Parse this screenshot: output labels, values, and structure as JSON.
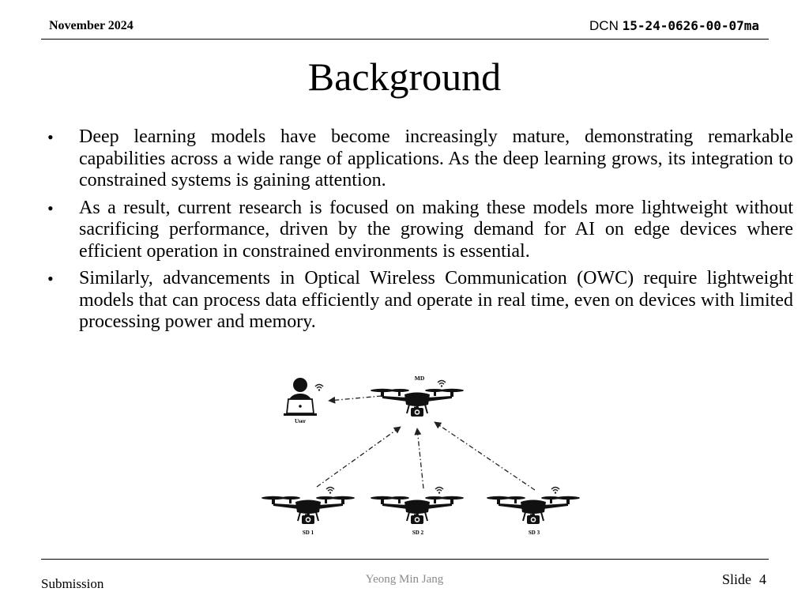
{
  "header": {
    "date": "November 2024",
    "dcn_prefix": "DCN",
    "dcn_number": "15-24-0626-00-07ma"
  },
  "title": "Background",
  "bullets": [
    "Deep learning models have become increasingly mature, demonstrating remarkable capabilities across a wide range of applications. As the deep learning grows, its integration to constrained systems is gaining attention.",
    "As a result, current research is focused on making these models more lightweight without sacrificing performance, driven by the growing demand for AI on edge devices where efficient operation in constrained environments is essential.",
    "Similarly, advancements in Optical Wireless Communication (OWC) require lightweight models that can process data efficiently and operate in real time, even on devices with limited processing power and memory."
  ],
  "figure": {
    "master_label": "MD",
    "user_label": "User",
    "slave_labels": [
      "SD 1",
      "SD 2",
      "SD 3"
    ],
    "icons": [
      "user-laptop-icon",
      "drone-icon",
      "camera-icon",
      "wifi-icon"
    ]
  },
  "footer": {
    "left": "Submission",
    "center": "Yeong Min Jang",
    "slide_label": "Slide",
    "slide_number": "4"
  }
}
